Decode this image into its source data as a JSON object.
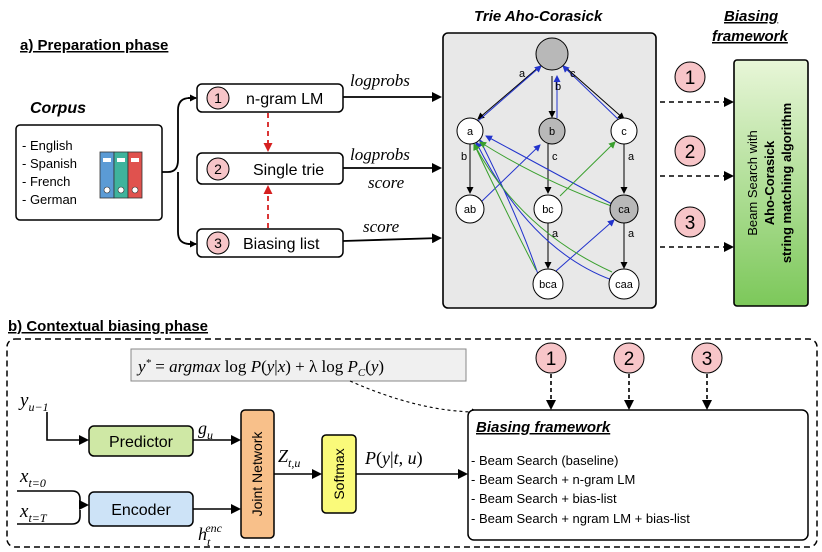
{
  "sections": {
    "prep_title": "a) Preparation phase",
    "context_title": "b) Contextual biasing phase"
  },
  "corpus": {
    "title": "Corpus",
    "languages": [
      "- English",
      "- Spanish",
      "- French",
      "- German"
    ]
  },
  "prep_boxes": [
    {
      "num": "1",
      "label": "n-gram LM"
    },
    {
      "num": "2",
      "label": "Single trie"
    },
    {
      "num": "3",
      "label": "Biasing list"
    }
  ],
  "arrow_labels": {
    "logprobs_1": "logprobs",
    "logprobs_2": "logprobs",
    "score_2": "score",
    "score_3": "score"
  },
  "trie": {
    "title": "Trie Aho-Corasick",
    "nodes": {
      "root": "",
      "a": "a",
      "b": "b",
      "c": "c",
      "ab": "ab",
      "bc": "bc",
      "ca": "ca",
      "bca": "bca",
      "caa": "caa"
    },
    "edge_labels": {
      "root_a": "a",
      "root_b": "b",
      "root_c": "c",
      "a_ab": "b",
      "b_bc": "c",
      "c_ca": "a",
      "bc_bca": "a",
      "ca_caa": "a"
    }
  },
  "biasing_framework_top": {
    "title_line1": "Biasing",
    "title_line2": "framework",
    "markers": [
      "1",
      "2",
      "3"
    ],
    "vertical_line1": "Beam Search with",
    "vertical_line2": "Aho-Corasick",
    "vertical_line3": "string matching algorithm"
  },
  "equation": "y* = argmax log P(y|x) + λ log P_C(y)",
  "model": {
    "y_input": "y_{u-1}",
    "x_input_0": "x_{t=0}",
    "x_input_T": "x_{t=T}",
    "predictor": "Predictor",
    "encoder": "Encoder",
    "joint": "Joint Network",
    "softmax": "Softmax",
    "g_u": "g_u",
    "h_enc": "h_t^enc",
    "z": "Z_{t,u}",
    "p": "P(y|t,u)"
  },
  "biasing_framework_bottom": {
    "markers": [
      "1",
      "2",
      "3"
    ],
    "title": "Biasing framework",
    "items": [
      "- Beam Search (baseline)",
      "- Beam Search + n-gram LM",
      "- Beam Search + bias-list",
      "- Beam Search + ngram LM + bias-list"
    ]
  },
  "colors": {
    "pink": "#f7c5c8",
    "green_box": "#cfe8a5",
    "blue_box": "#cde3f7",
    "orange_box": "#f8c08a",
    "yellow_box": "#fafa7a",
    "trie_bg": "#e8e8e8",
    "green_grad": "#8dd06a",
    "red_arrow": "#d62020",
    "blue_link": "#2233cc",
    "green_link": "#3aa02e"
  }
}
